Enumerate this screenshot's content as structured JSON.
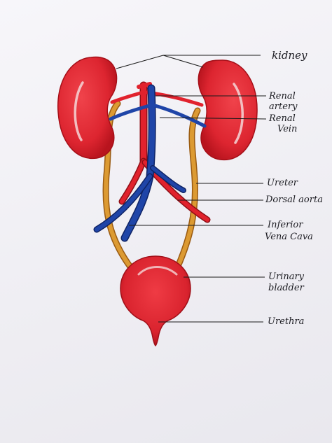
{
  "labels": {
    "kidney": "kidney",
    "renal_artery_1": "Renal",
    "renal_artery_2": "artery",
    "renal_vein_1": "Renal",
    "renal_vein_2": "Vein",
    "ureter": "Ureter",
    "dorsal_aorta": "Dorsal aorta",
    "ivc_1": "Inferior",
    "ivc_2": "Vena Cava",
    "bladder_1": "Urinary",
    "bladder_2": "bladder",
    "urethra": "Urethra"
  },
  "colors": {
    "organ_red": "#e32a33",
    "organ_dark": "#b5141e",
    "artery_red": "#e0202c",
    "vein_blue": "#1e3f9e",
    "ureter_orange": "#d9962e",
    "leader_line": "#1a1a1a"
  }
}
